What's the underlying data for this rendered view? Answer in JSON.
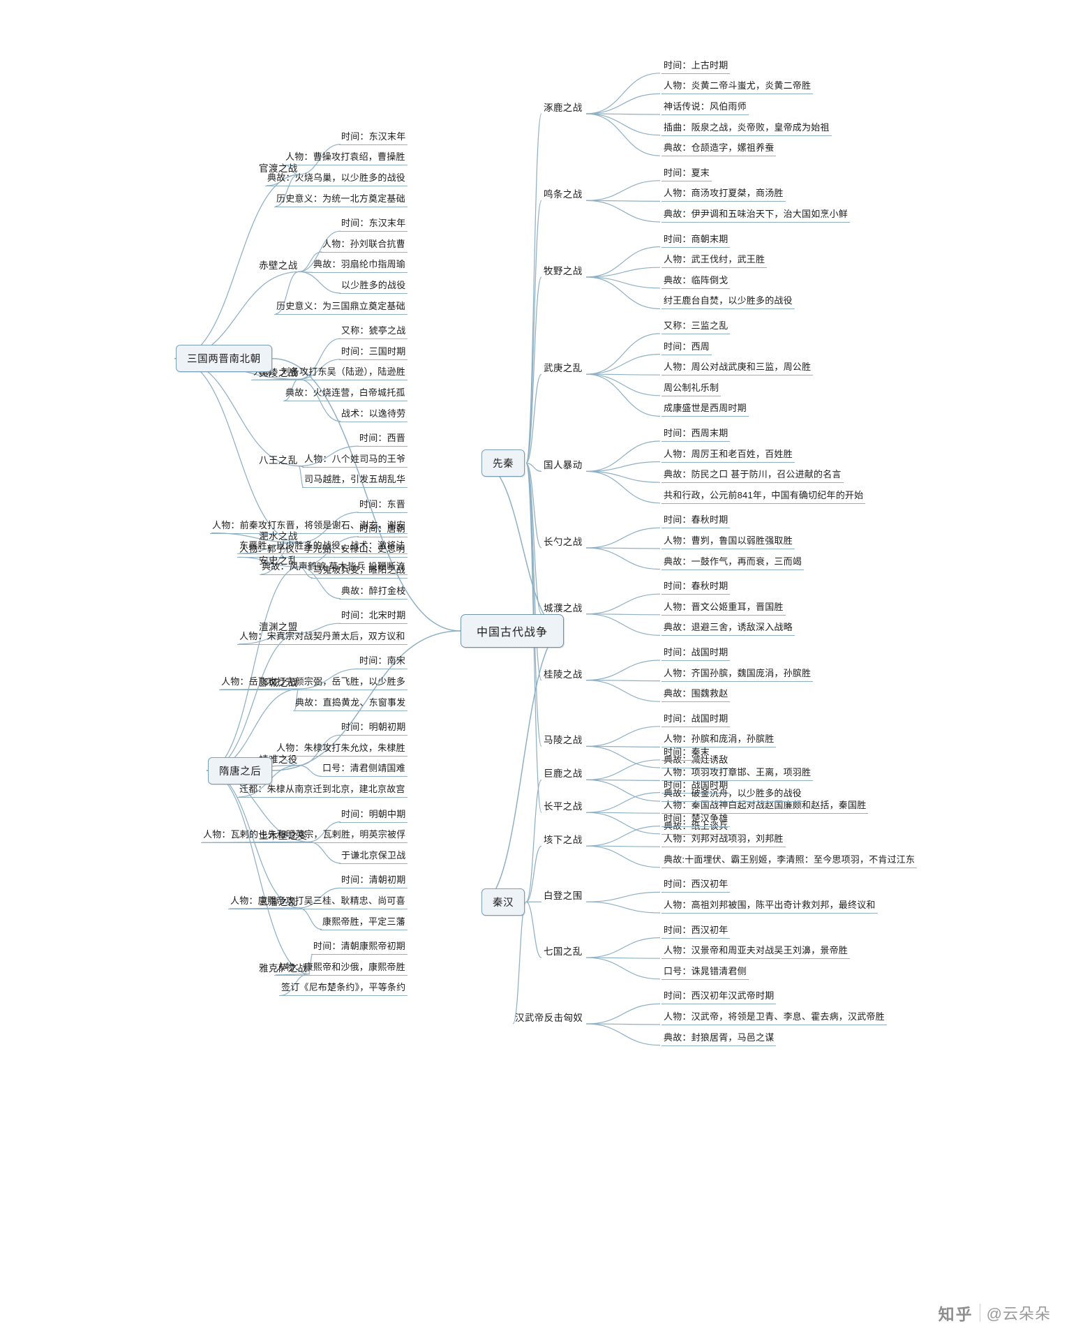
{
  "root": {
    "label": "中国古代战争"
  },
  "watermark": {
    "site": "知乎",
    "user": "@云朵朵"
  },
  "colors": {
    "node_border": "#7ba0b8",
    "node_fill": "#eef3f8",
    "link": "#8fb0c4",
    "text": "#1c1c1c"
  },
  "categories": [
    {
      "id": "xianqin",
      "label": "先秦",
      "side": "right",
      "wars": [
        {
          "label": "涿鹿之战",
          "leaves": [
            "时间：上古时期",
            "人物：炎黄二帝斗蚩尤，炎黄二帝胜",
            "神话传说：风伯雨师",
            "插曲：阪泉之战，炎帝败，皇帝成为始祖",
            "典故：仓颉造字，嫘祖养蚕"
          ]
        },
        {
          "label": "鸣条之战",
          "leaves": [
            "时间：夏末",
            "人物：商汤攻打夏桀，商汤胜",
            "典故：伊尹调和五味治天下，治大国如烹小鲜"
          ]
        },
        {
          "label": "牧野之战",
          "leaves": [
            "时间：商朝末期",
            "人物：武王伐纣，武王胜",
            "典故：临阵倒戈",
            "纣王鹿台自焚，以少胜多的战役"
          ]
        },
        {
          "label": "武庚之乱",
          "leaves": [
            "又称：三监之乱",
            "时间：西周",
            "人物：周公对战武庚和三监，周公胜",
            "周公制礼乐制",
            "成康盛世是西周时期"
          ]
        },
        {
          "label": "国人暴动",
          "leaves": [
            "时间：西周末期",
            "人物：周厉王和老百姓，百姓胜",
            "典故：防民之口 甚于防川，召公进献的名言",
            "共和行政，公元前841年，中国有确切纪年的开始"
          ]
        },
        {
          "label": "长勺之战",
          "leaves": [
            "时间：春秋时期",
            "人物：曹刿，鲁国以弱胜强取胜",
            "典故：一鼓作气，再而衰，三而竭"
          ]
        },
        {
          "label": "城濮之战",
          "leaves": [
            "时间：春秋时期",
            "人物：晋文公姬重耳，晋国胜",
            "典故：退避三舍，诱敌深入战略"
          ]
        },
        {
          "label": "桂陵之战",
          "leaves": [
            "时间：战国时期",
            "人物：齐国孙膑，魏国庞涓，孙膑胜",
            "典故：围魏救赵"
          ]
        },
        {
          "label": "马陵之战",
          "leaves": [
            "时间：战国时期",
            "人物：孙膑和庞涓，孙膑胜",
            "典故：减灶诱敌"
          ]
        },
        {
          "label": "长平之战",
          "leaves": [
            "时间：战国时期",
            "人物：秦国战神白起对战赵国廉颇和赵括，秦国胜",
            "典故：纸上谈兵"
          ]
        }
      ]
    },
    {
      "id": "qinhan",
      "label": "秦汉",
      "side": "right",
      "wars": [
        {
          "label": "巨鹿之战",
          "leaves": [
            "时间：秦末",
            "人物：项羽攻打章邯、王离，项羽胜",
            "典故：破釜沉舟，以少胜多的战役"
          ]
        },
        {
          "label": "垓下之战",
          "leaves": [
            "时间：楚汉争雄",
            "人物：刘邦对战项羽，刘邦胜",
            "典故:十面埋伏、霸王别姬，李清照：至今思项羽，不肯过江东"
          ]
        },
        {
          "label": "白登之围",
          "leaves": [
            "时间：西汉初年",
            "人物：高祖刘邦被围，陈平出奇计救刘邦，最终议和"
          ]
        },
        {
          "label": "七国之乱",
          "leaves": [
            "时间：西汉初年",
            "人物：汉景帝和周亚夫对战吴王刘濞，景帝胜",
            "口号：诛晁错清君侧"
          ]
        },
        {
          "label": "汉武帝反击匈奴",
          "leaves": [
            "时间：西汉初年汉武帝时期",
            "人物：汉武帝，将领是卫青、李息、霍去病，汉武帝胜",
            "典故：封狼居胥，马邑之谋"
          ]
        }
      ]
    },
    {
      "id": "sanguo",
      "label": "三国两晋南北朝",
      "side": "left",
      "wars": [
        {
          "label": "官渡之战",
          "leaves": [
            "时间：东汉末年",
            "人物：曹操攻打袁绍，曹操胜",
            "典故：火烧乌巢，以少胜多的战役",
            "历史意义：为统一北方奠定基础"
          ]
        },
        {
          "label": "赤壁之战",
          "leaves": [
            "时间：东汉末年",
            "人物：孙刘联合抗曹",
            "典故：羽扇纶巾指周瑜",
            "以少胜多的战役",
            "历史意义：为三国鼎立奠定基础"
          ]
        },
        {
          "label": "夷陵之战",
          "leaves": [
            "又称：猇亭之战",
            "时间：三国时期",
            "人物：刘备攻打东吴（陆逊），陆逊胜",
            "典故：火烧连营，白帝城托孤",
            "战术：以逸待劳"
          ]
        },
        {
          "label": "八王之乱",
          "leaves": [
            "时间：西晋",
            "人物：八个姓司马的王爷",
            "司马越胜，引发五胡乱华"
          ]
        },
        {
          "label": "淝水之战",
          "leaves": [
            "时间：东晋",
            "人物：前秦攻打东晋，将领是谢石、谢玄、谢安",
            "东晋胜，以少胜多的战役，战术：激将法",
            "典故：风声鹤唳 草木皆兵 投鞭断流"
          ]
        }
      ]
    },
    {
      "id": "suitang",
      "label": "隋唐之后",
      "side": "left",
      "wars": [
        {
          "label": "安史之乱",
          "leaves": [
            "时间：唐朝",
            "人物：郭子仪、李光弼、安禄山、史思明",
            "马嵬坡兵变，睢阳之战",
            "典故：醉打金枝"
          ]
        },
        {
          "label": "澶渊之盟",
          "leaves": [
            "时间：北宋时期",
            "人物：宋真宗对战契丹萧太后，双方议和"
          ]
        },
        {
          "label": "郾城之战",
          "leaves": [
            "时间：南宋",
            "人物：岳飞攻打完颜宗弼，岳飞胜，以少胜多",
            "典故：直捣黄龙、东窗事发"
          ]
        },
        {
          "label": "靖难之役",
          "leaves": [
            "时间：明朝初期",
            "人物：朱棣攻打朱允炆，朱棣胜",
            "口号：清君侧靖国难",
            "迁都：朱棣从南京迁到北京，建北京故宫"
          ]
        },
        {
          "label": "土木堡之变",
          "leaves": [
            "时间：明朝中期",
            "人物：瓦剌的也先和明英宗，瓦剌胜，明英宗被俘",
            "于谦北京保卫战"
          ]
        },
        {
          "label": "三藩之乱",
          "leaves": [
            "时间：清朝初期",
            "人物：康熙帝攻打吴三桂、耿精忠、尚可喜",
            "康熙帝胜，平定三藩"
          ]
        },
        {
          "label": "雅克萨之战",
          "leaves": [
            "时间：清朝康熙帝初期",
            "人物：康熙帝和沙俄，康熙帝胜",
            "签订《尼布楚条约》，平等条约"
          ]
        }
      ]
    }
  ]
}
